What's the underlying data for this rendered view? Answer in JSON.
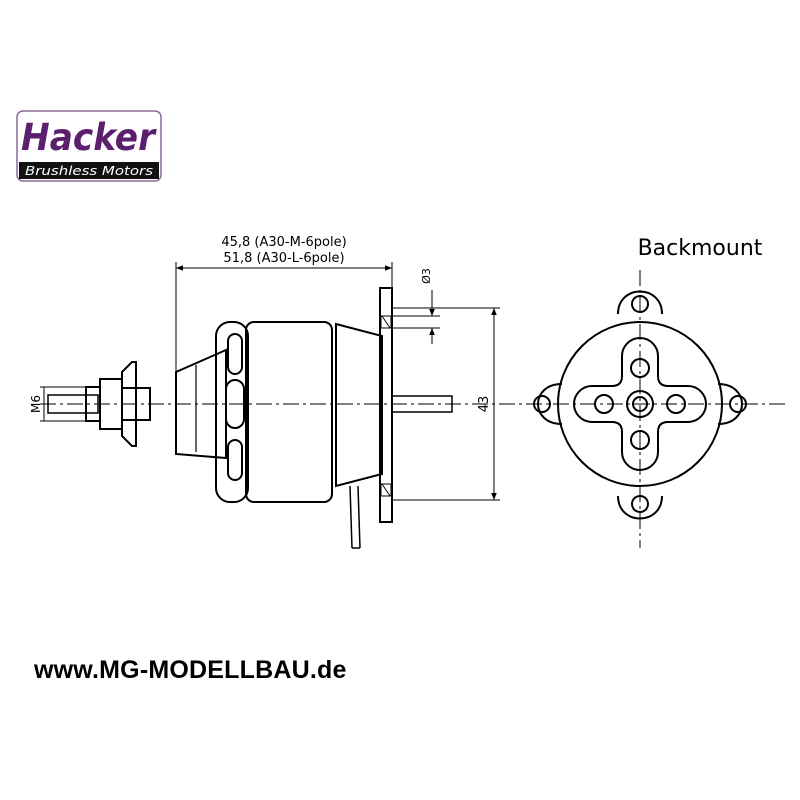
{
  "logo": {
    "brand": "Hacker",
    "tagline": "Brushless Motors",
    "colors": {
      "brand": "#5b1f6e",
      "banner": "#111111",
      "frame": "#8a6a96"
    }
  },
  "drawing": {
    "dim_length_m": "45,8 (A30-M-6pole)",
    "dim_length_l": "51,8 (A30-L-6pole)",
    "dim_shaft_thread": "M6",
    "dim_mount_height": "43",
    "dim_hole_diameter": "Ø3",
    "backmount_label": "Backmount"
  },
  "footer": {
    "website": "www.MG-MODELLBAU.de"
  }
}
